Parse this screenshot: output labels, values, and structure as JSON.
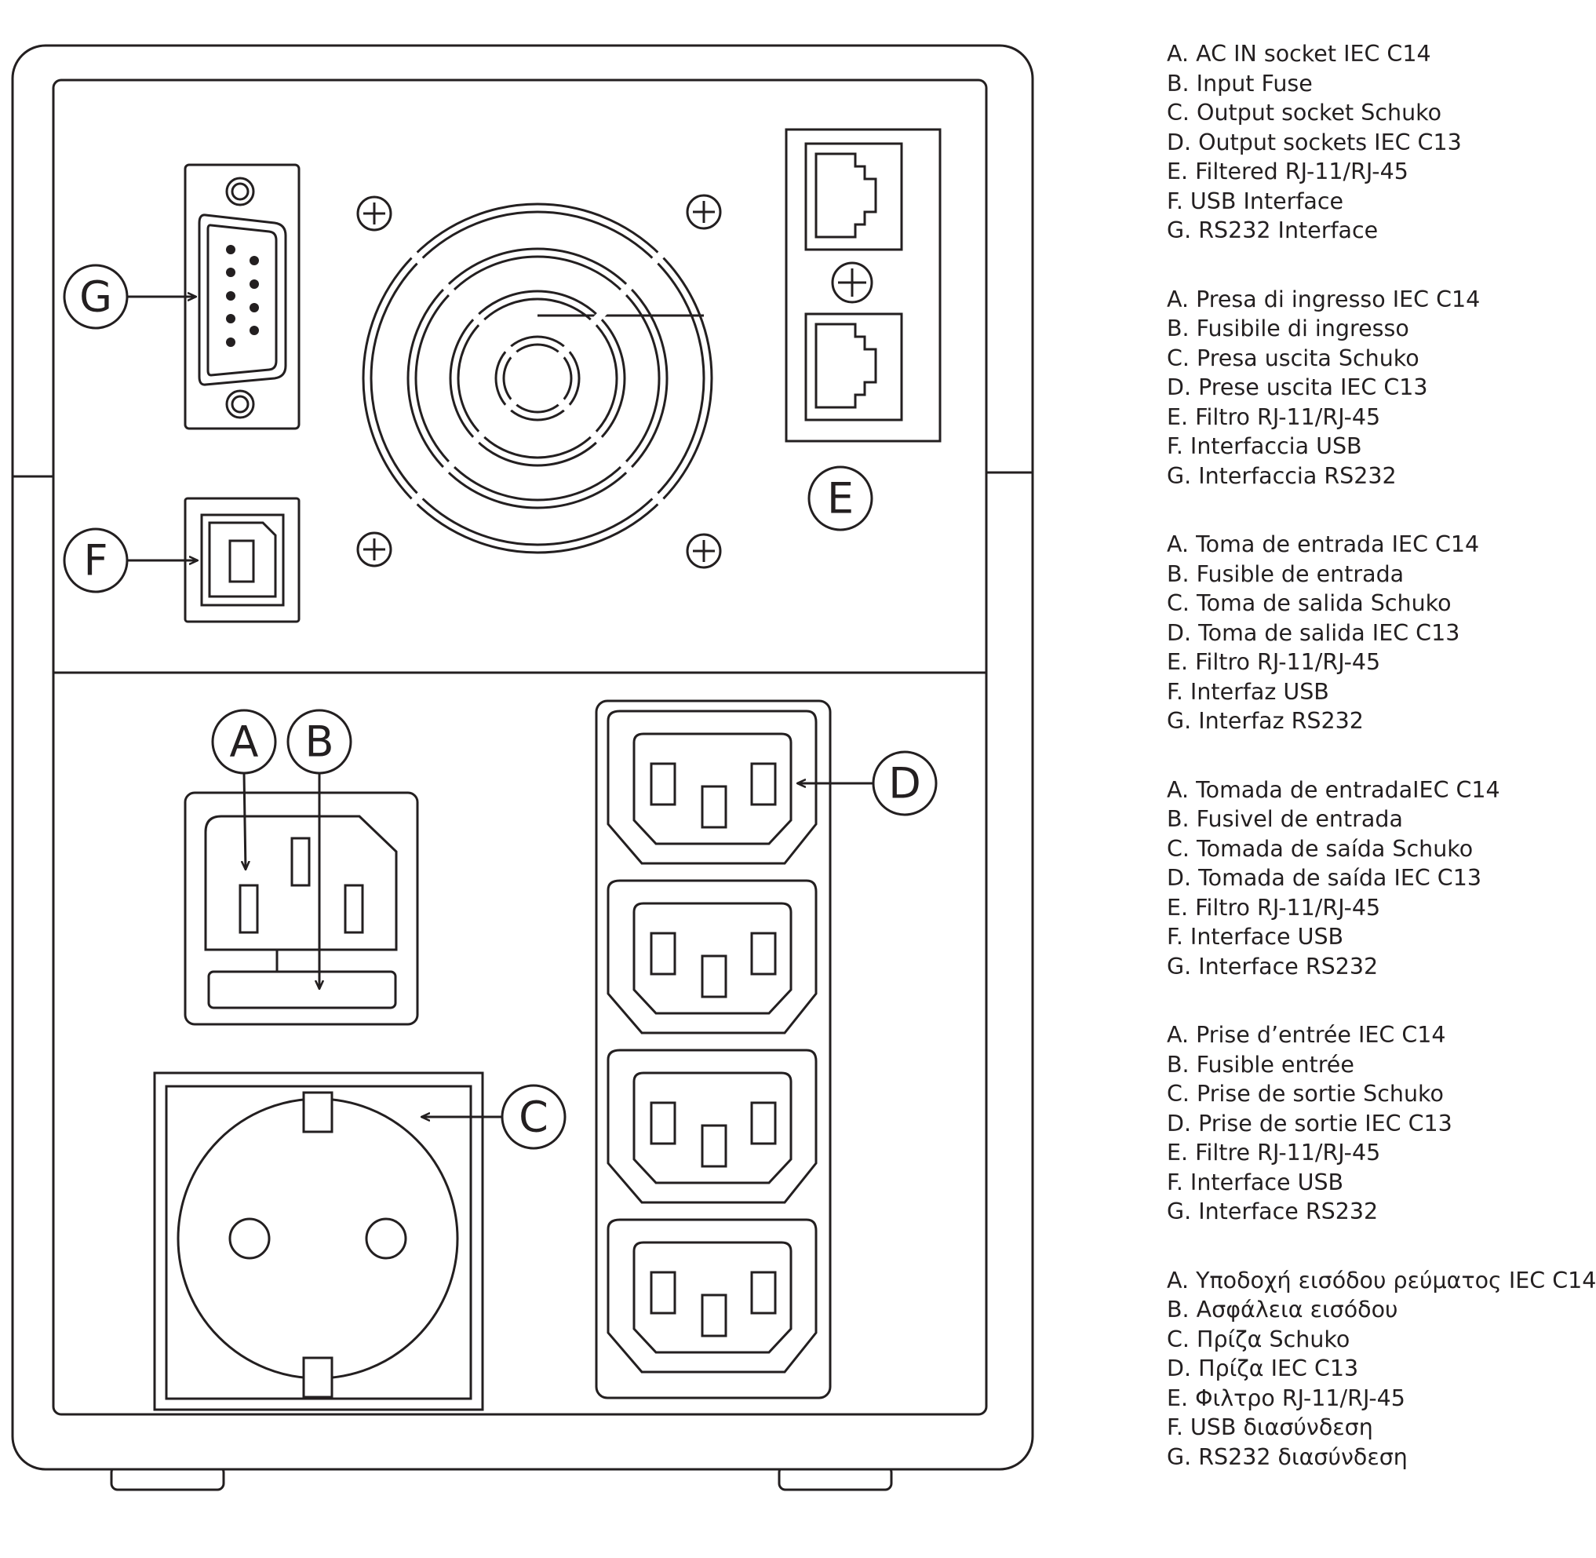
{
  "callouts": {
    "a": "A",
    "b": "B",
    "c": "C",
    "d": "D",
    "e": "E",
    "f": "F",
    "g": "G"
  },
  "legend": [
    {
      "lines": [
        "A. AC IN socket IEC C14",
        "B. Input Fuse",
        "C. Output socket Schuko",
        "D. Output sockets IEC C13",
        "E. Filtered RJ-11/RJ-45",
        "F. USB Interface",
        "G. RS232 Interface"
      ]
    },
    {
      "lines": [
        "A. Presa di ingresso IEC C14",
        "B. Fusibile di ingresso",
        "C. Presa uscita Schuko",
        "D. Prese uscita IEC C13",
        "E. Filtro RJ-11/RJ-45",
        "F. Interfaccia USB",
        "G. Interfaccia RS232"
      ]
    },
    {
      "lines": [
        "A. Toma de entrada IEC C14",
        "B. Fusible de entrada",
        "C. Toma de salida Schuko",
        "D. Toma de salida IEC C13",
        "E. Filtro RJ-11/RJ-45",
        "F. Interfaz USB",
        "G. Interfaz RS232"
      ]
    },
    {
      "lines": [
        "A. Tomada de entradaIEC C14",
        "B. Fusivel de entrada",
        "C. Tomada de saída Schuko",
        "D. Tomada de saída IEC C13",
        "E. Filtro RJ-11/RJ-45",
        "F. Interface USB",
        "G. Interface RS232"
      ]
    },
    {
      "lines": [
        "A. Prise d’entrée IEC C14",
        "B. Fusible entrée",
        "C. Prise de sortie Schuko",
        "D. Prise de sortie IEC C13",
        "E. Filtre RJ-11/RJ-45",
        "F. Interface USB",
        "G. Interface RS232"
      ]
    },
    {
      "lines": [
        "A. Υποδοχή εισόδου ρεύματος IEC C14",
        "B. Ασφάλεια εισόδου",
        "C. Πρίζα Schuko",
        "D. Πρίζα IEC C13",
        "E. Φιλτρο RJ-11/RJ-45",
        "F. USB διασύνδεση",
        "G. RS232 διασύνδεση"
      ]
    }
  ]
}
